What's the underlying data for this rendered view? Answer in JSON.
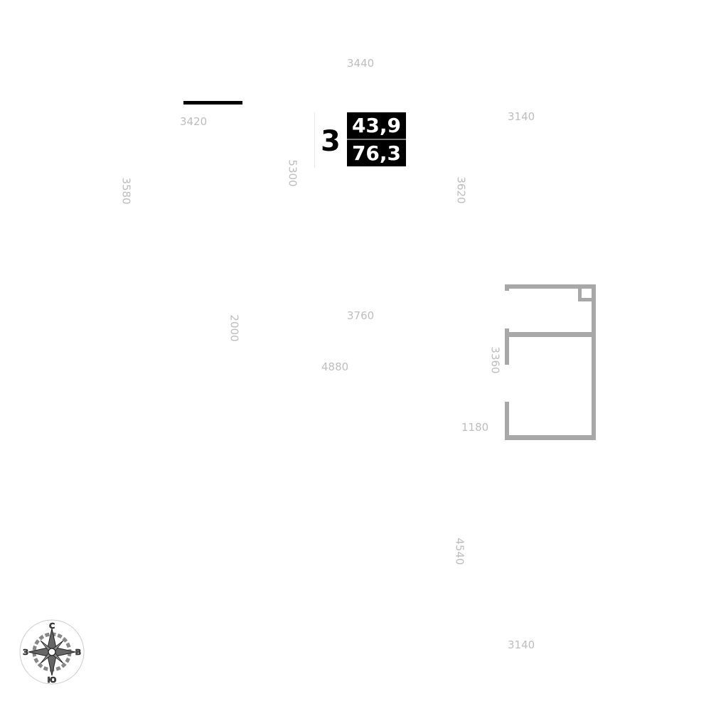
{
  "dimensions": {
    "d3440": "3440",
    "d3420": "3420",
    "d3140_top": "3140",
    "d5300": "5300",
    "d3580": "3580",
    "d3620": "3620",
    "d3760": "3760",
    "d2000": "2000",
    "d4880": "4880",
    "d3360": "3360",
    "d1180": "1180",
    "d4540": "4540",
    "d3140_bottom": "3140"
  },
  "room_label": {
    "number": "3",
    "area_1": "43,9",
    "area_2": "76,3"
  },
  "compass": {
    "north": "С",
    "south": "Ю",
    "west": "З",
    "east": "В"
  },
  "colors": {
    "wall": "#a8a8a8",
    "dimension_text": "#bdbdbd"
  }
}
